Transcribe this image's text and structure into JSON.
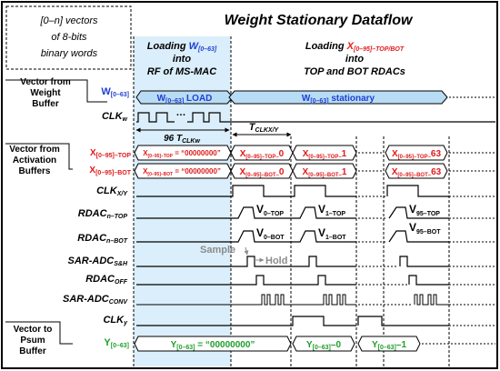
{
  "title": "Weight Stationary Dataflow",
  "note": [
    "[0–n] vectors",
    "of 8-bits",
    "binary words"
  ],
  "phase_load": {
    "line1_prefix": "Loading ",
    "line1_sym": "W",
    "line1_sub": "[0–63]",
    "line2": "into",
    "line3": "RF of MS-MAC"
  },
  "phase_stationary": {
    "line1_prefix": "Loading ",
    "line1_sym": "X",
    "line1_sub": "[0–95]–TOP/BOT",
    "line2": "into",
    "line3": "TOP and BOT RDACs"
  },
  "left_labels": {
    "weight_group": [
      "Vector from",
      "Weight",
      "Buffer"
    ],
    "act_group": [
      "Vector from",
      "Activation",
      "Buffers"
    ],
    "psum_group": [
      "Vector to",
      "Psum",
      "Buffer"
    ]
  },
  "rows": {
    "w": {
      "sym": "W",
      "sub": "[0–63]"
    },
    "clkw": {
      "sym": "CLK",
      "sub": "w"
    },
    "xtop": {
      "sym": "X",
      "sub": "[0–95]–TOP"
    },
    "xbot": {
      "sym": "X",
      "sub": "[0–95]–BOT"
    },
    "clkxy": {
      "sym": "CLK",
      "sub": "X/Y"
    },
    "rdac_top": {
      "sym": "RDAC",
      "sub": "n–TOP"
    },
    "rdac_bot": {
      "sym": "RDAC",
      "sub": "n–BOT"
    },
    "adc_sh": {
      "sym": "SAR-ADC",
      "sub": "S&H"
    },
    "rdac_off": {
      "sym": "RDAC",
      "sub": "OFF"
    },
    "adc_conv": {
      "sym": "SAR-ADC",
      "sub": "CONV"
    },
    "clky": {
      "sym": "CLK",
      "sub": "y"
    },
    "y": {
      "sym": "Y",
      "sub": "[0–63]"
    }
  },
  "bus_w": {
    "load": {
      "sym": "W",
      "sub": "[0–63]",
      "text": " LOAD"
    },
    "stationary": {
      "sym": "W",
      "sub": "[0–63]",
      "text": " stationary"
    }
  },
  "bus_xtop": {
    "init": {
      "sym": "X",
      "sub": "[0–95]–TOP",
      "text": " = “00000000”"
    },
    "items": [
      {
        "sym": "X",
        "sub": "[0–95]–TOP–",
        "idx": "0"
      },
      {
        "sym": "X",
        "sub": "[0–95]–TOP–",
        "idx": "1"
      },
      {
        "sym": "X",
        "sub": "[0–95]–TOP–",
        "idx": "63"
      }
    ]
  },
  "bus_xbot": {
    "init": {
      "sym": "X",
      "sub": "[0–95]–BOT",
      "text": " = “00000000”"
    },
    "items": [
      {
        "sym": "X",
        "sub": "[0–95]–BOT–",
        "idx": "0"
      },
      {
        "sym": "X",
        "sub": "[0–95]–BOT–",
        "idx": "1"
      },
      {
        "sym": "X",
        "sub": "[0–95]–BOT–",
        "idx": "63"
      }
    ]
  },
  "bus_y": {
    "init": {
      "sym": "Y",
      "sub": "[0–63]",
      "text": " = “00000000”"
    },
    "items": [
      {
        "sym": "Y",
        "sub": "[0–63]",
        "idx": "–0"
      },
      {
        "sym": "Y",
        "sub": "[0–63]",
        "idx": "–1"
      }
    ]
  },
  "clkw_ellipsis": "…",
  "t96": {
    "prefix": "96 T",
    "sub": "CLKw"
  },
  "txy": {
    "prefix": "T",
    "sub": "CLKX/Y"
  },
  "v_labels": [
    {
      "sym": "V",
      "sub": "0–TOP"
    },
    {
      "sym": "V",
      "sub": "1–TOP"
    },
    {
      "sym": "V",
      "sub": "95–TOP"
    },
    {
      "sym": "V",
      "sub": "0–BOT"
    },
    {
      "sym": "V",
      "sub": "1–BOT"
    },
    {
      "sym": "V",
      "sub": "95–BOT"
    }
  ],
  "sample_label": "Sample",
  "hold_label": "Hold",
  "colors": {
    "blue": "#1f3fd6",
    "red": "#e01b1b",
    "green": "#1e9e2a",
    "shade": "#dbeefb",
    "arrow_fill": "#b8dcf4",
    "grey": "#8c8c8c"
  }
}
